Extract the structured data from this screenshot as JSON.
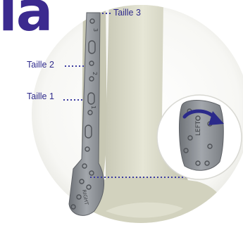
{
  "brand": {
    "letters": "la"
  },
  "sizes": [
    {
      "label": "Taille 3"
    },
    {
      "label": "Taille 2"
    },
    {
      "label": "Taille 1"
    }
  ],
  "plate_markings": {
    "size_marks": [
      "3",
      "2",
      "1"
    ],
    "side_main": "RIGHT",
    "side_inset": "LEFT"
  },
  "colors": {
    "label_text": "#2e2a8c",
    "brand": "#3b2a8f",
    "arrow": "#2b2a8a",
    "dotted_line": "#3a3aa0",
    "plate": "#8b8f95",
    "bone": "#dcdcc8"
  },
  "icons": {
    "rotate_arrow": "curved-arrow-icon"
  }
}
